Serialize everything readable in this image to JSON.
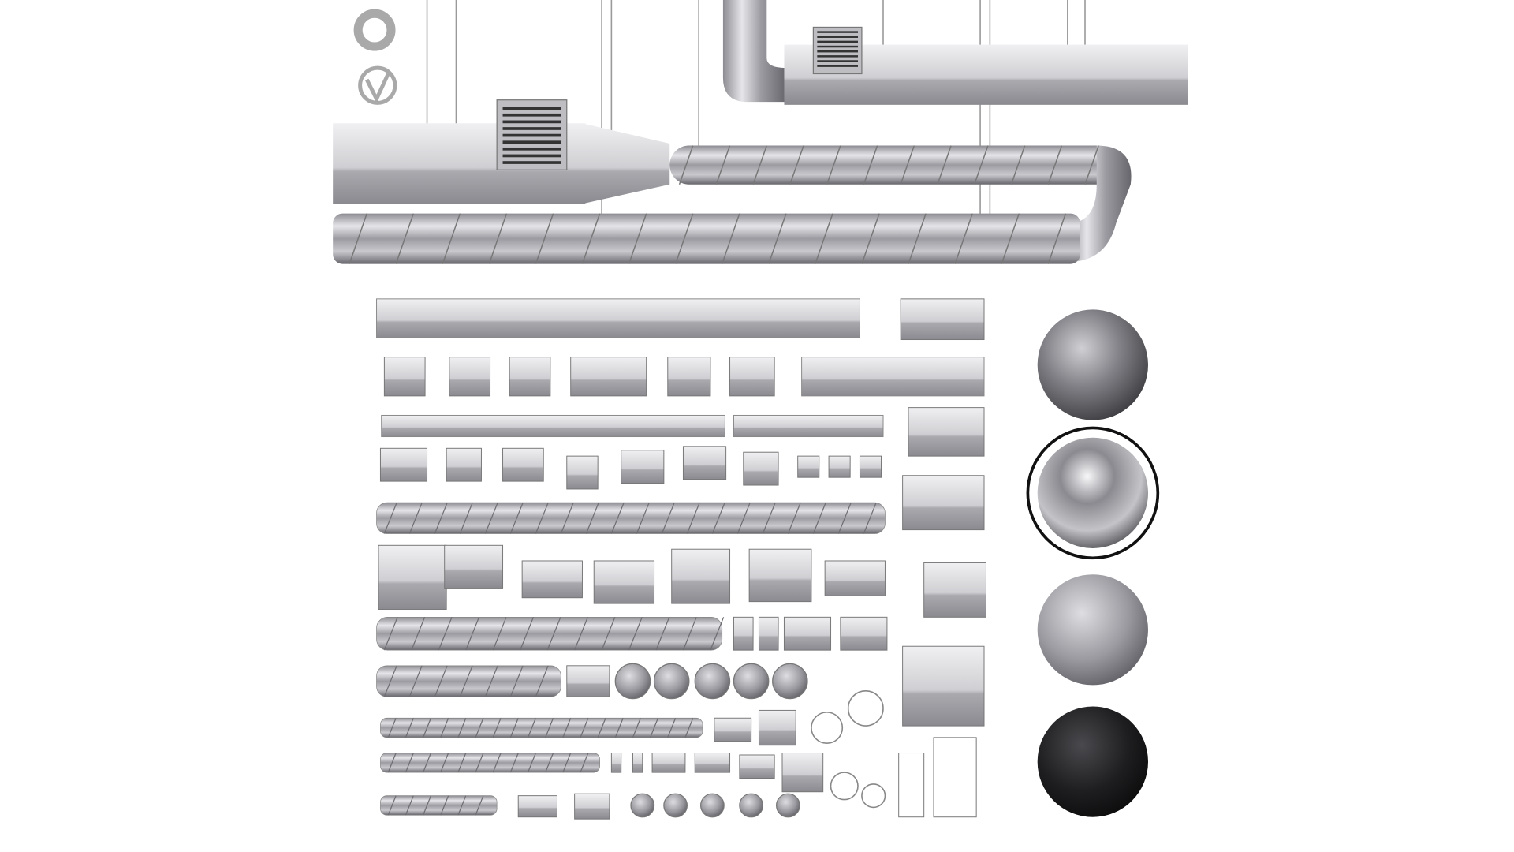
{
  "logos": [
    {
      "name": "corona-renderer-logo",
      "color": "#a9a9a9"
    },
    {
      "name": "vray-logo",
      "color": "#a9a9a9"
    }
  ],
  "colors": {
    "background": "#ffffff",
    "metal_light": "#e4e4e6",
    "metal_mid": "#a8a8ad",
    "metal_dark": "#5e5e63",
    "hanger_wire": "#9a9a9a"
  },
  "material_spheres": [
    {
      "name": "galvanized-rough",
      "base": "#8d8d92",
      "selected": false
    },
    {
      "name": "polished-chrome",
      "base": "#9a9aa0",
      "selected": true
    },
    {
      "name": "brushed-steel",
      "base": "#a9a9ae",
      "selected": false
    },
    {
      "name": "black-painted",
      "base": "#1e1e20",
      "selected": false
    }
  ]
}
